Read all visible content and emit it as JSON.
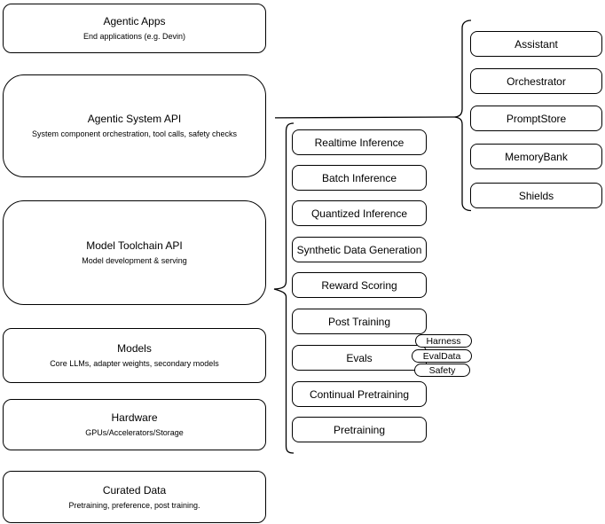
{
  "diagram": {
    "colors": {
      "border": "#000000",
      "fill": "#ffffff",
      "text": "#000000"
    },
    "layer_stack": {
      "items": [
        {
          "title": "Agentic Apps",
          "subtitle": "End applications (e.g. Devin)"
        },
        {
          "title": "Agentic System API",
          "subtitle": "System component orchestration, tool calls, safety checks"
        },
        {
          "title": "Model Toolchain API",
          "subtitle": "Model development & serving"
        },
        {
          "title": "Models",
          "subtitle": "Core LLMs, adapter weights, secondary models"
        },
        {
          "title": "Hardware",
          "subtitle": "GPUs/Accelerators/Storage"
        },
        {
          "title": "Curated Data",
          "subtitle": "Pretraining, preference, post training."
        }
      ]
    },
    "toolchain_stack": {
      "items": [
        {
          "label": "Realtime Inference"
        },
        {
          "label": "Batch Inference"
        },
        {
          "label": "Quantized Inference"
        },
        {
          "label": "Synthetic Data Generation"
        },
        {
          "label": "Reward Scoring"
        },
        {
          "label": "Post Training"
        },
        {
          "label": "Evals"
        },
        {
          "label": "Continual Pretraining"
        },
        {
          "label": "Pretraining"
        }
      ],
      "evals_tags": [
        {
          "label": "Harness"
        },
        {
          "label": "EvalData"
        },
        {
          "label": "Safety"
        }
      ]
    },
    "system_components": {
      "items": [
        {
          "label": "Assistant"
        },
        {
          "label": "Orchestrator"
        },
        {
          "label": "PromptStore"
        },
        {
          "label": "MemoryBank"
        },
        {
          "label": "Shields"
        }
      ]
    }
  }
}
